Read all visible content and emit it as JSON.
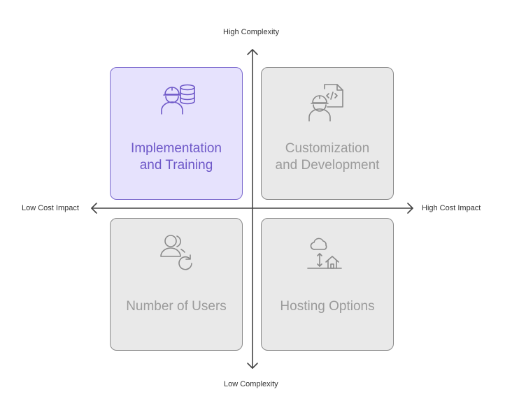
{
  "axes": {
    "top_label": "High Complexity",
    "bottom_label": "Low Complexity",
    "left_label": "Low Cost Impact",
    "right_label": "High Cost Impact"
  },
  "quadrants": {
    "top_left": {
      "line1": "Implementation",
      "line2": "and Training",
      "icon": "engineer-database-icon",
      "highlighted": true
    },
    "top_right": {
      "line1": "Customization",
      "line2": "and Development",
      "icon": "engineer-code-file-icon",
      "highlighted": false
    },
    "bottom_left": {
      "line1": "Number of Users",
      "icon": "users-refresh-icon",
      "highlighted": false
    },
    "bottom_right": {
      "line1": "Hosting Options",
      "icon": "cloud-house-icon",
      "highlighted": false
    }
  },
  "colors": {
    "highlight_fill": "#e6e2fd",
    "highlight_border": "#7a68cd",
    "highlight_text": "#6e58c8",
    "neutral_fill": "#e9e9e9",
    "neutral_border": "#8a8a8a",
    "neutral_text": "#9b9b9b",
    "axis": "#444444"
  }
}
